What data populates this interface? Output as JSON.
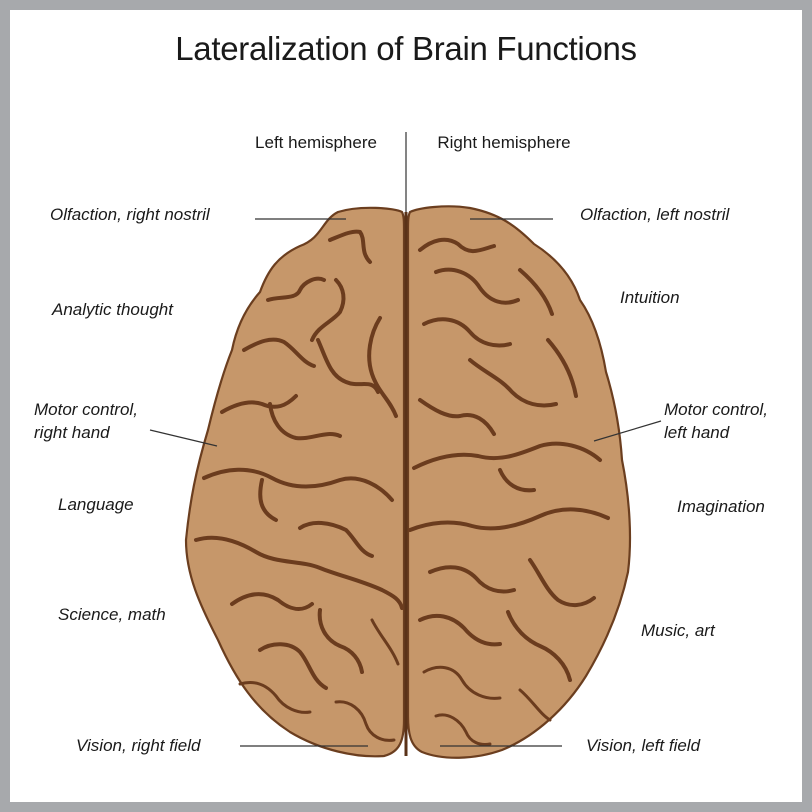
{
  "title": "Lateralization of Brain Functions",
  "hemispheres": {
    "left": "Left hemisphere",
    "right": "Right hemisphere"
  },
  "left_labels": {
    "olfaction": "Olfaction, right nostril",
    "analytic": "Analytic thought",
    "motor_line1": "Motor control,",
    "motor_line2": "right hand",
    "language": "Language",
    "science": "Science, math",
    "vision": "Vision, right field"
  },
  "right_labels": {
    "olfaction": "Olfaction, left nostril",
    "intuition": "Intuition",
    "motor_line1": "Motor control,",
    "motor_line2": "left hand",
    "imagination": "Imagination",
    "music": "Music, art",
    "vision": "Vision, left field"
  },
  "colors": {
    "background_frame": "#a7a9ac",
    "panel": "#ffffff",
    "brain_fill": "#c6976a",
    "brain_outline": "#6b3e1f",
    "text": "#1a1a1a"
  }
}
